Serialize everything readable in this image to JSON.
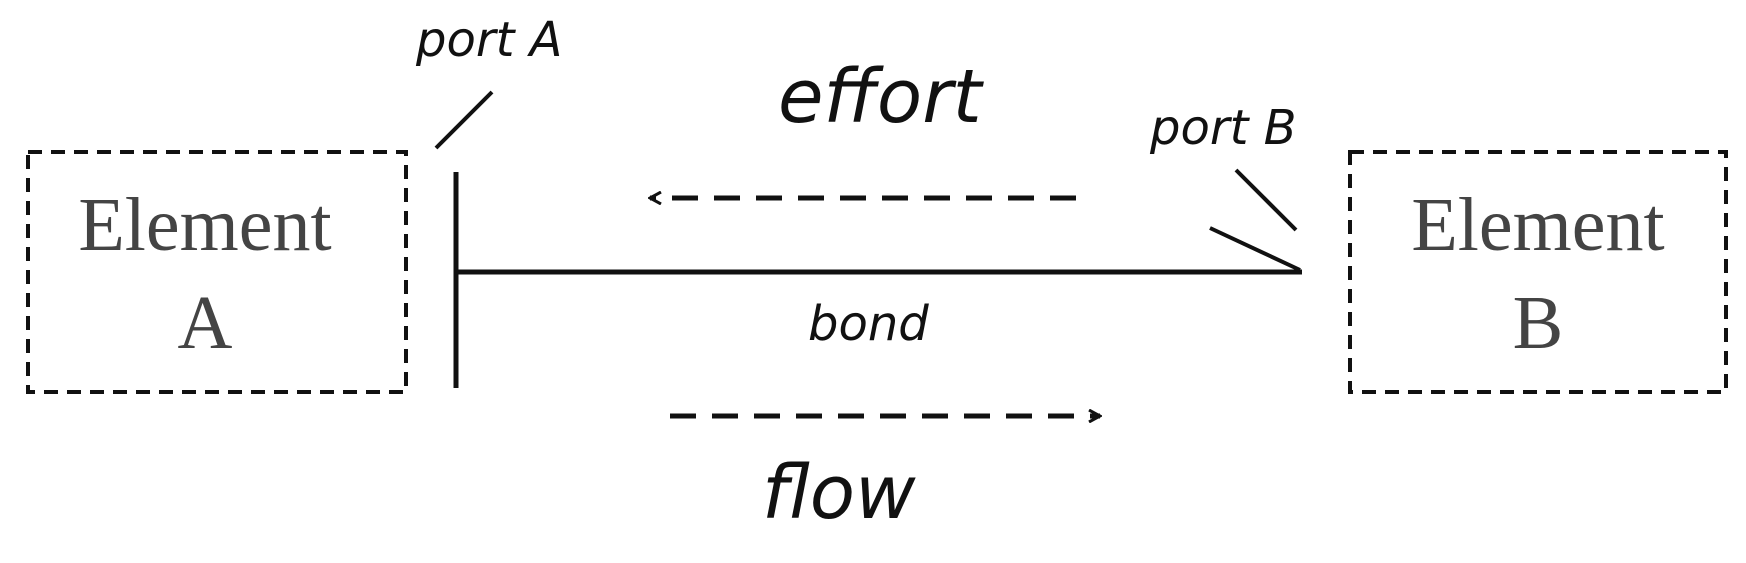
{
  "element_a": {
    "line1": "Element",
    "line2": "A"
  },
  "element_b": {
    "line1": "Element",
    "line2": "B"
  },
  "labels": {
    "port_a": "port A",
    "port_b": "port B",
    "effort": "effort",
    "flow": "flow",
    "bond": "bond"
  },
  "colors": {
    "stroke": "#111111",
    "element_text": "#444444",
    "background": "#ffffff"
  }
}
